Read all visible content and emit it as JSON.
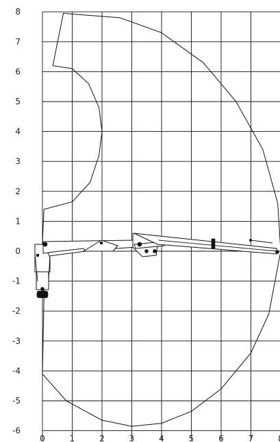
{
  "chart_data": {
    "type": "reach-diagram",
    "x_ticks": [
      "0",
      "1",
      "2",
      "3",
      "4",
      "5",
      "6",
      "7",
      "8"
    ],
    "y_ticks": [
      "8",
      "7",
      "6",
      "5",
      "4",
      "3",
      "2",
      "1",
      "0",
      "-1",
      "-2",
      "-3",
      "-4",
      "-5",
      "-6"
    ],
    "xlim": [
      0,
      8
    ],
    "ylim": [
      -6,
      8
    ],
    "grid": true,
    "envelope_outline": [
      [
        0.7,
        7.95
      ],
      [
        0.35,
        6.2
      ],
      [
        1.0,
        6.1
      ],
      [
        1.55,
        5.6
      ],
      [
        1.9,
        4.8
      ],
      [
        2.0,
        4.0
      ],
      [
        1.9,
        3.2
      ],
      [
        1.6,
        2.3
      ],
      [
        1.0,
        1.65
      ],
      [
        0.05,
        1.4
      ],
      [
        0.0,
        0.3
      ],
      [
        0.05,
        -1.55
      ],
      [
        0.0,
        -4.1
      ],
      [
        0.8,
        -5.0
      ],
      [
        2.0,
        -5.65
      ],
      [
        3.0,
        -5.85
      ],
      [
        4.0,
        -5.75
      ],
      [
        5.0,
        -5.35
      ],
      [
        6.0,
        -4.6
      ],
      [
        7.0,
        -3.4
      ],
      [
        7.6,
        -2.1
      ],
      [
        8.0,
        0.0
      ],
      [
        7.9,
        1.6
      ],
      [
        7.4,
        3.4
      ],
      [
        6.5,
        5.0
      ],
      [
        5.4,
        6.3
      ],
      [
        4.0,
        7.3
      ],
      [
        2.6,
        7.8
      ],
      [
        0.7,
        7.95
      ]
    ]
  }
}
